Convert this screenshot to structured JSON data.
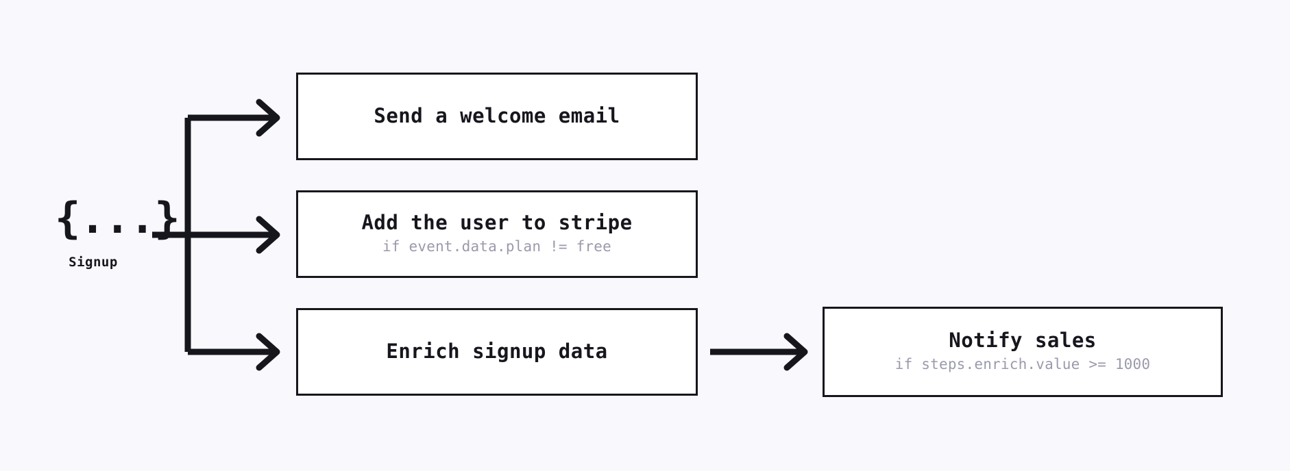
{
  "canvas": {
    "background_color": "#f9f8fd",
    "line_color": "#16161d",
    "box_fill_color": "#ffffff",
    "subtitle_color": "#9a9aac"
  },
  "trigger": {
    "glyph": "{...}",
    "glyph_icon_name": "json-braces-icon",
    "label": "Signup"
  },
  "steps": [
    {
      "id": "welcome",
      "title": "Send a welcome email",
      "subtitle": ""
    },
    {
      "id": "stripe",
      "title": "Add the user to stripe",
      "subtitle": "if event.data.plan != free"
    },
    {
      "id": "enrich",
      "title": "Enrich signup data",
      "subtitle": ""
    },
    {
      "id": "notify",
      "title": "Notify sales",
      "subtitle": "if steps.enrich.value >= 1000"
    }
  ],
  "edges": [
    {
      "id": "trigger-to-welcome",
      "from": "Signup",
      "to": "Send a welcome email"
    },
    {
      "id": "trigger-to-stripe",
      "from": "Signup",
      "to": "Add the user to stripe"
    },
    {
      "id": "trigger-to-enrich",
      "from": "Signup",
      "to": "Enrich signup data"
    },
    {
      "id": "enrich-to-notify",
      "from": "Enrich signup data",
      "to": "Notify sales"
    }
  ]
}
